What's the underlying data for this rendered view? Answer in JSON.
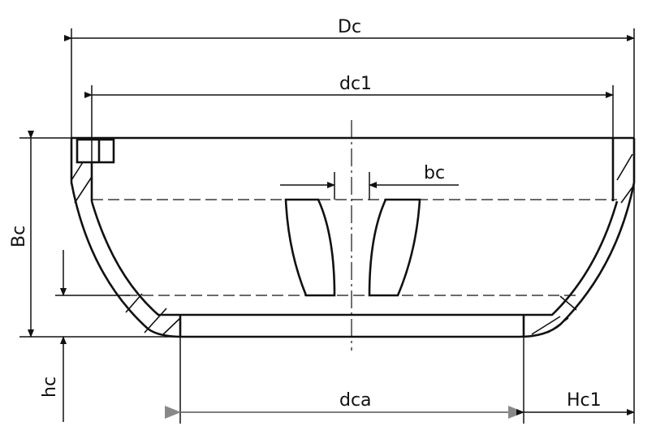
{
  "labels": {
    "outer_diameter": "Dc",
    "inner_diameter_top": "dc1",
    "slot_width": "bc",
    "height": "Bc",
    "bottom_height": "hc",
    "bottom_diameter": "dca",
    "rim_offset": "Hc1"
  }
}
